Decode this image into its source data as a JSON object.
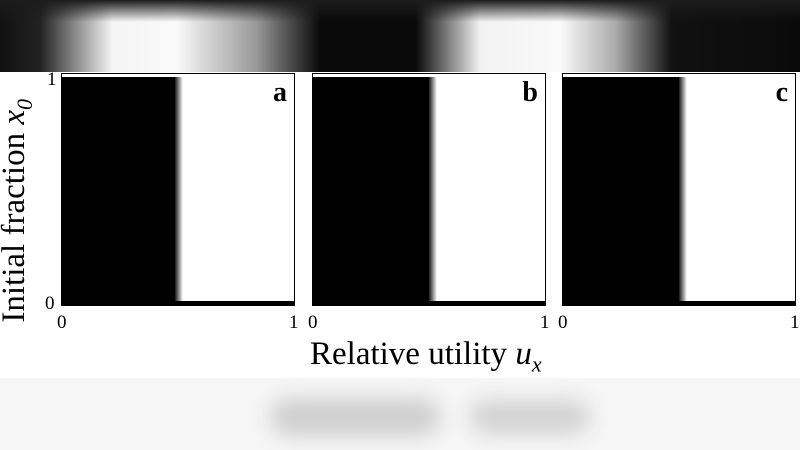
{
  "chart_data": {
    "type": "heatmap",
    "title": "",
    "xlabel": "Relative utility u_x",
    "ylabel": "Initial fraction x_0",
    "xlim": [
      0,
      1
    ],
    "ylim": [
      0,
      1
    ],
    "x_ticks": [
      "0",
      "1"
    ],
    "y_ticks": [
      "0",
      "1"
    ],
    "colormap": "black/white",
    "panels": [
      {
        "label": "a",
        "black_region": "u_x < ~0.49 (all x_0), plus x_0 ≈ 0 strip",
        "boundary_u_x": 0.49,
        "white_region": "u_x > ~0.49"
      },
      {
        "label": "b",
        "black_region": "u_x < ~0.50 (all x_0), plus x_0 ≈ 0 strip",
        "boundary_u_x": 0.5,
        "white_region": "u_x > ~0.50"
      },
      {
        "label": "c",
        "black_region": "u_x < ~0.50 (all x_0), plus x_0 ≈ 0 strip",
        "boundary_u_x": 0.5,
        "white_region": "u_x > ~0.50"
      }
    ]
  },
  "axis": {
    "ylabel_text": "Initial fraction ",
    "ylabel_var": "x",
    "ylabel_sub": "0",
    "xlabel_text": "Relative utility ",
    "xlabel_var": "u",
    "xlabel_sub": "x",
    "tick0": "0",
    "tick1": "1"
  },
  "panels": {
    "a": "a",
    "b": "b",
    "c": "c"
  }
}
